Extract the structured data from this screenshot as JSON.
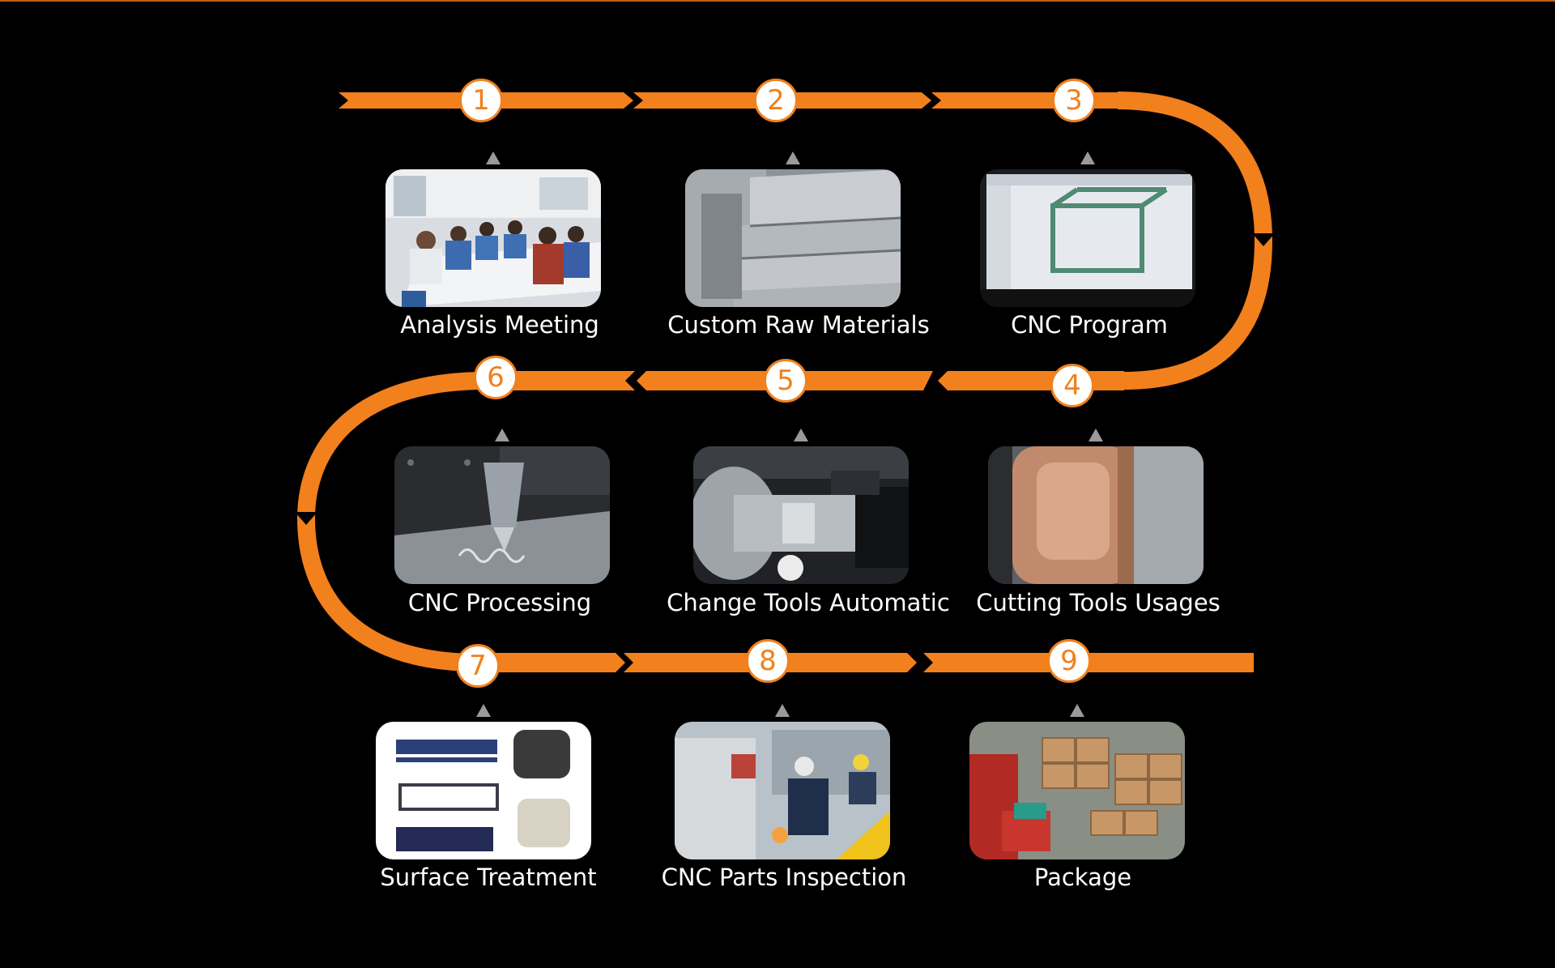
{
  "accent_color": "#f2801c",
  "steps": [
    {
      "number": "1",
      "label": "Analysis Meeting",
      "image": "team-meeting-photo"
    },
    {
      "number": "2",
      "label": "Custom Raw Materials",
      "image": "aluminum-blocks-photo"
    },
    {
      "number": "3",
      "label": "CNC Program",
      "image": "cad-monitor-photo"
    },
    {
      "number": "4",
      "label": "Cutting Tools Usages",
      "image": "copper-workpiece-photo"
    },
    {
      "number": "5",
      "label": "Change Tools Automatic",
      "image": "lathe-spindle-photo"
    },
    {
      "number": "6",
      "label": "CNC Processing",
      "image": "drill-chips-photo"
    },
    {
      "number": "7",
      "label": "Surface Treatment",
      "image": "anodized-parts-photo"
    },
    {
      "number": "8",
      "label": "CNC Parts Inspection",
      "image": "factory-inspection-photo"
    },
    {
      "number": "9",
      "label": "Package",
      "image": "cartons-forklift-photo"
    }
  ]
}
